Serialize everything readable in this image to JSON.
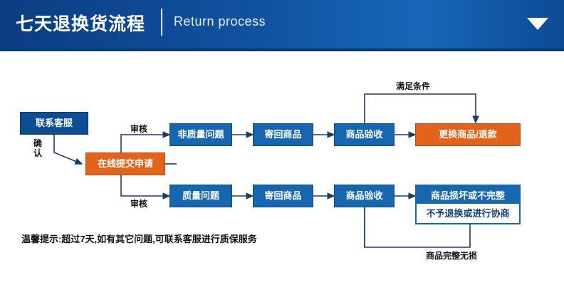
{
  "header": {
    "title": "七天退换货流程",
    "subtitle": "Return process",
    "arrow_icon": "triangle-down-icon"
  },
  "diagram": {
    "nodes": {
      "contact": "联系客服",
      "submit": "在线提交申请",
      "non_quality": "非质量问题",
      "send_back_1": "寄回商品",
      "inspect_1": "商品验收",
      "replace_refund": "更换商品/退款",
      "quality": "质量问题",
      "send_back_2": "寄回商品",
      "inspect_2": "商品验收",
      "damaged_top": "商品损坏或不完整",
      "damaged_bottom": "不予退换或进行协商"
    },
    "labels": {
      "confirm": "确认",
      "review_1": "审核",
      "review_2": "审核",
      "meets_condition": "满足条件",
      "intact": "商品完整无损"
    },
    "tip": "温馨提示:超过7天,如有其它问题,可联系客服进行质保服务"
  },
  "colors": {
    "header_blue": "#0b3d82",
    "node_blue": "#1666b0",
    "node_blue_dark": "#0c4e92",
    "node_orange": "#e2641c",
    "line": "#1f3b66"
  }
}
